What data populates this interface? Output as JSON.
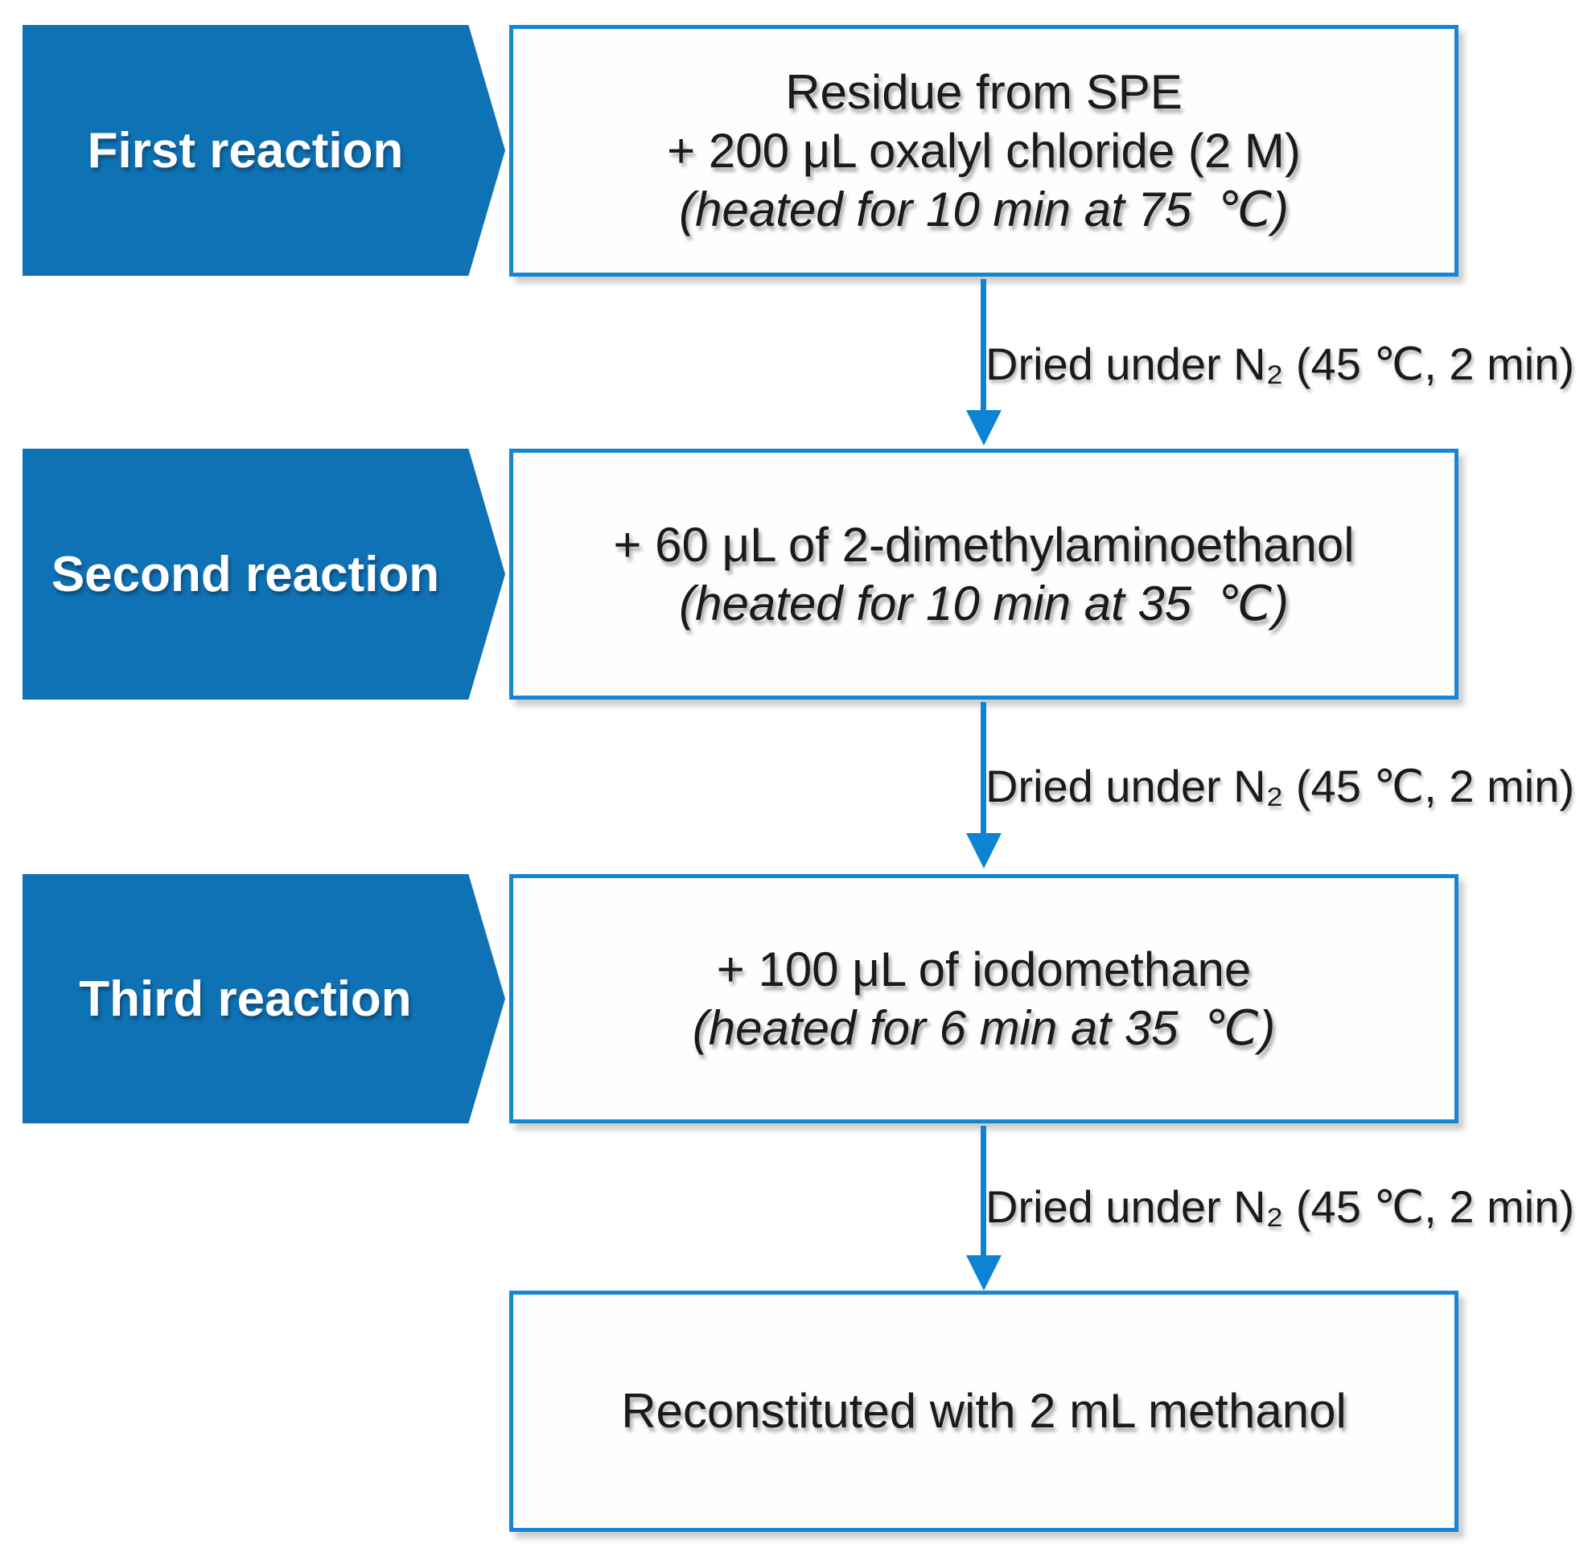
{
  "diagram_title": "Three-step derivatization flowchart",
  "colors": {
    "stage_arrow_fill": "#0f72b5",
    "box_border": "#1686d2",
    "connector_blue": "#0d83d4",
    "text": "#1a1a1a",
    "stage_text": "#ffffff",
    "background": "#ffffff"
  },
  "stages": [
    {
      "label": "First reaction"
    },
    {
      "label": "Second reaction"
    },
    {
      "label": "Third reaction"
    }
  ],
  "boxes": {
    "box1": {
      "line1": "Residue from SPE",
      "line2": "+ 200 μL oxalyl chloride (2 M)",
      "line3": "(heated for 10 min at 75  ℃)"
    },
    "box2": {
      "line1": "+ 60 μL of 2-dimethylaminoethanol",
      "line2": "(heated for 10 min at 35  ℃)"
    },
    "box3": {
      "line1": "+ 100 μL of iodomethane",
      "line2": "(heated for 6 min at 35  ℃)"
    },
    "box4": {
      "line1": "Reconstituted with 2 mL methanol"
    }
  },
  "connectors": {
    "label1": "Dried under N₂ (45 ℃, 2 min)",
    "label2": "Dried under N₂ (45 ℃, 2 min)",
    "label3": "Dried under N₂ (45 ℃, 2 min)"
  }
}
